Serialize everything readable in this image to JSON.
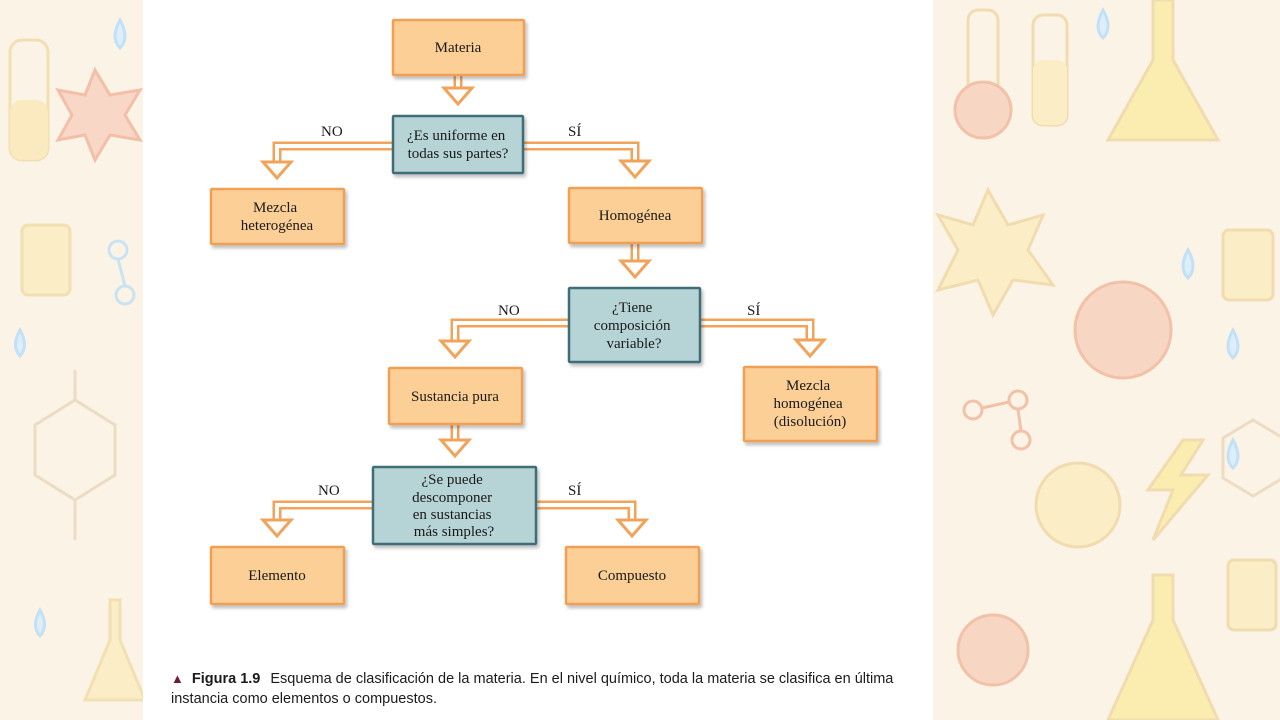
{
  "diagram": {
    "nodes": {
      "materia": [
        "Materia"
      ],
      "q_uniforme": [
        "¿Es uniforme en",
        "todas sus partes?"
      ],
      "mezcla_heterogenea": [
        "Mezcla",
        "heterogénea"
      ],
      "homogenea": [
        "Homogénea"
      ],
      "q_composicion": [
        "¿Tiene",
        "composición",
        "variable?"
      ],
      "sustancia_pura": [
        "Sustancia pura"
      ],
      "mezcla_homogenea": [
        "Mezcla",
        "homogénea",
        "(disolución)"
      ],
      "q_descomponer": [
        "¿Se puede",
        "descomponer",
        "en sustancias",
        "más simples?"
      ],
      "elemento": [
        "Elemento"
      ],
      "compuesto": [
        "Compuesto"
      ]
    },
    "edge_labels": {
      "no": "NO",
      "si": "SÍ"
    }
  },
  "caption": {
    "figure_label": "Figura 1.9",
    "text": "Esquema de clasificación de la materia. En el nivel químico, toda la materia se clasifica en última instancia como elementos o compuestos."
  },
  "colors": {
    "box_fill": "#fbcf95",
    "box_border": "#f0a055",
    "question_fill": "#b6d3d6",
    "question_border": "#3f6e78",
    "arrow": "#f2a35a"
  },
  "icons": [
    "flask-icon",
    "test-tube-icon",
    "beaker-icon",
    "boom-icon",
    "question-bubble-icon",
    "water-drop-icon",
    "molecule-icon",
    "benzene-ring-icon",
    "lightning-icon"
  ]
}
